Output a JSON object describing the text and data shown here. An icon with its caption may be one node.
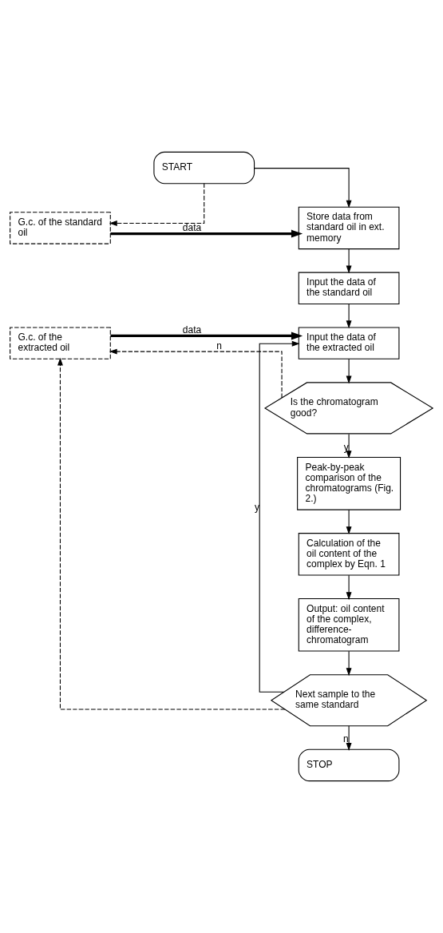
{
  "diagram": {
    "nodes": [
      {
        "text": [
          "START"
        ]
      },
      {
        "text": [
          "G.c. of the standard oil"
        ]
      },
      {
        "text": [
          "Store data from standard oil in ext. memory"
        ]
      },
      {
        "text": [
          "Input the data of the standard oil"
        ]
      },
      {
        "text": [
          "G.c. of the extracted oil"
        ]
      },
      {
        "text": [
          "Input the data of the extracted oil"
        ]
      },
      {
        "text": [
          "Is the chromatogram good?"
        ]
      },
      {
        "text": [
          "Peak-by-peak comparison of the chromatograms (Fig. 2.)"
        ]
      },
      {
        "text": [
          "Calculation of the oil content of the complex by Eqn. 1"
        ]
      },
      {
        "text": [
          "Output: oil content of the complex, difference-chromatogram"
        ]
      },
      {
        "text": [
          "Next sample to the same standard"
        ]
      },
      {
        "text": [
          "STOP"
        ]
      }
    ],
    "edges": [
      {
        "from": 0,
        "to": 1,
        "arrow": "to",
        "style": "dashed"
      },
      {
        "from": 0,
        "to": 2,
        "arrow": "to"
      },
      {
        "from": 1,
        "to": 2,
        "arrow": "to",
        "label": "data",
        "style": "thick"
      },
      {
        "from": 2,
        "to": 3,
        "arrow": "to"
      },
      {
        "from": 3,
        "to": 5,
        "arrow": "to"
      },
      {
        "from": 4,
        "to": 5,
        "arrow": "to",
        "label": "data",
        "style": "thick"
      },
      {
        "from": 5,
        "to": 6,
        "arrow": "to"
      },
      {
        "from": 6,
        "to": 4,
        "arrow": "to",
        "label": "n",
        "style": "dashed"
      },
      {
        "from": 6,
        "to": 7,
        "arrow": "to",
        "label": "y"
      },
      {
        "from": 7,
        "to": 8,
        "arrow": "to"
      },
      {
        "from": 8,
        "to": 9,
        "arrow": "to"
      },
      {
        "from": 9,
        "to": 10,
        "arrow": "to"
      },
      {
        "from": 10,
        "to": 5,
        "arrow": "to",
        "label": "y"
      },
      {
        "from": 10,
        "to": 4,
        "arrow": "to",
        "style": "dashed"
      },
      {
        "from": 10,
        "to": 11,
        "arrow": "to",
        "label": "n"
      }
    ]
  }
}
